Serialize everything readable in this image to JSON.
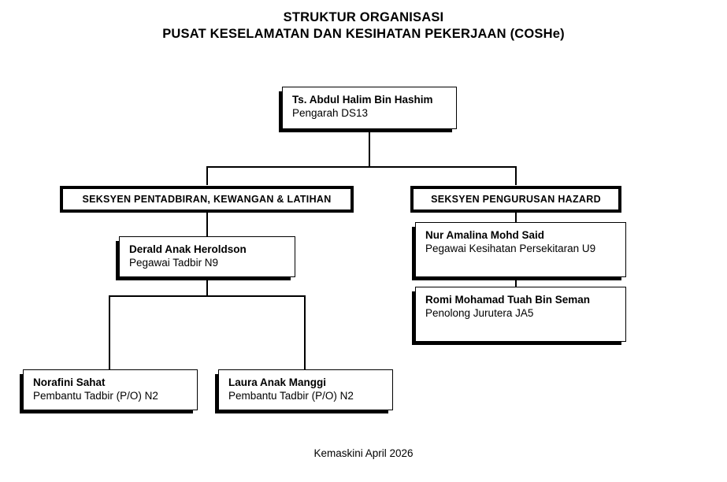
{
  "title": {
    "line1": "STRUKTUR ORGANISASI",
    "line2": "PUSAT KESELAMATAN DAN KESIHATAN PEKERJAAN (COSHe)"
  },
  "director": {
    "name": "Ts. Abdul Halim Bin Hashim",
    "role": "Pengarah DS13"
  },
  "sections": [
    {
      "label": "SEKSYEN PENTADBIRAN, KEWANGAN & LATIHAN"
    },
    {
      "label": "SEKSYEN PENGURUSAN HAZARD"
    }
  ],
  "admin_branch": {
    "head": {
      "name": "Derald Anak Heroldson",
      "role": "Pegawai Tadbir N9"
    },
    "staff": [
      {
        "name": "Norafini Sahat",
        "role": "Pembantu Tadbir (P/O) N2"
      },
      {
        "name": "Laura Anak Manggi",
        "role": "Pembantu Tadbir (P/O) N2"
      }
    ]
  },
  "hazard_branch": {
    "staff": [
      {
        "name": "Nur Amalina Mohd Said",
        "role": "Pegawai Kesihatan Persekitaran U9"
      },
      {
        "name": "Romi Mohamad Tuah Bin Seman",
        "role": "Penolong Jurutera JA5"
      }
    ]
  },
  "footer": {
    "text": "Kemaskini April 2026"
  },
  "colors": {
    "background": "#ffffff",
    "foreground": "#000000",
    "box_fill": "#ffffff",
    "shadow": "#000000"
  }
}
